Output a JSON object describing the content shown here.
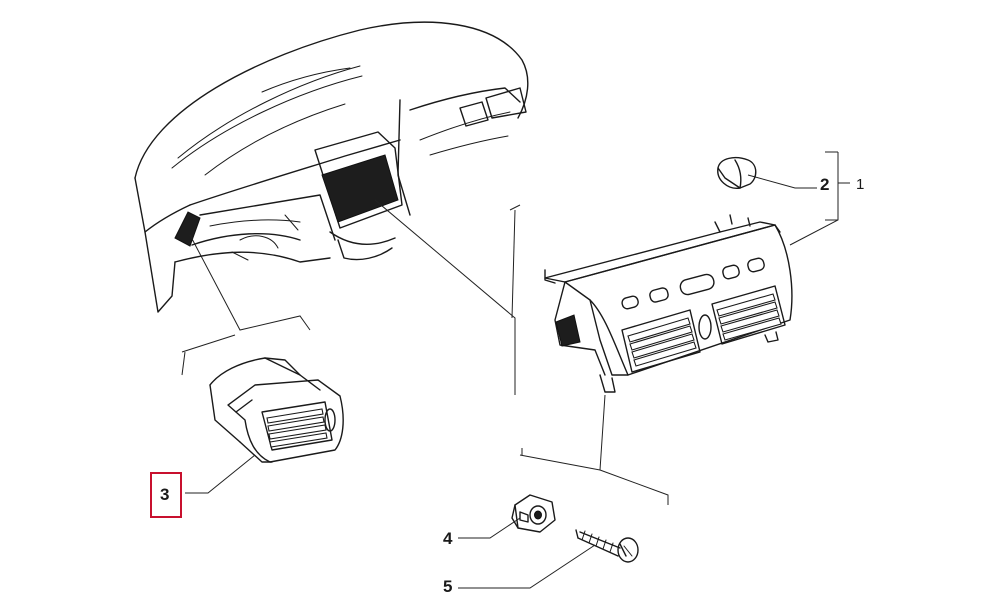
{
  "callouts": {
    "c1": "1",
    "c2": "2",
    "c3": "3",
    "c4": "4",
    "c5": "5"
  },
  "highlight_color": "#c8102e",
  "line_color": "#1a1a1a"
}
